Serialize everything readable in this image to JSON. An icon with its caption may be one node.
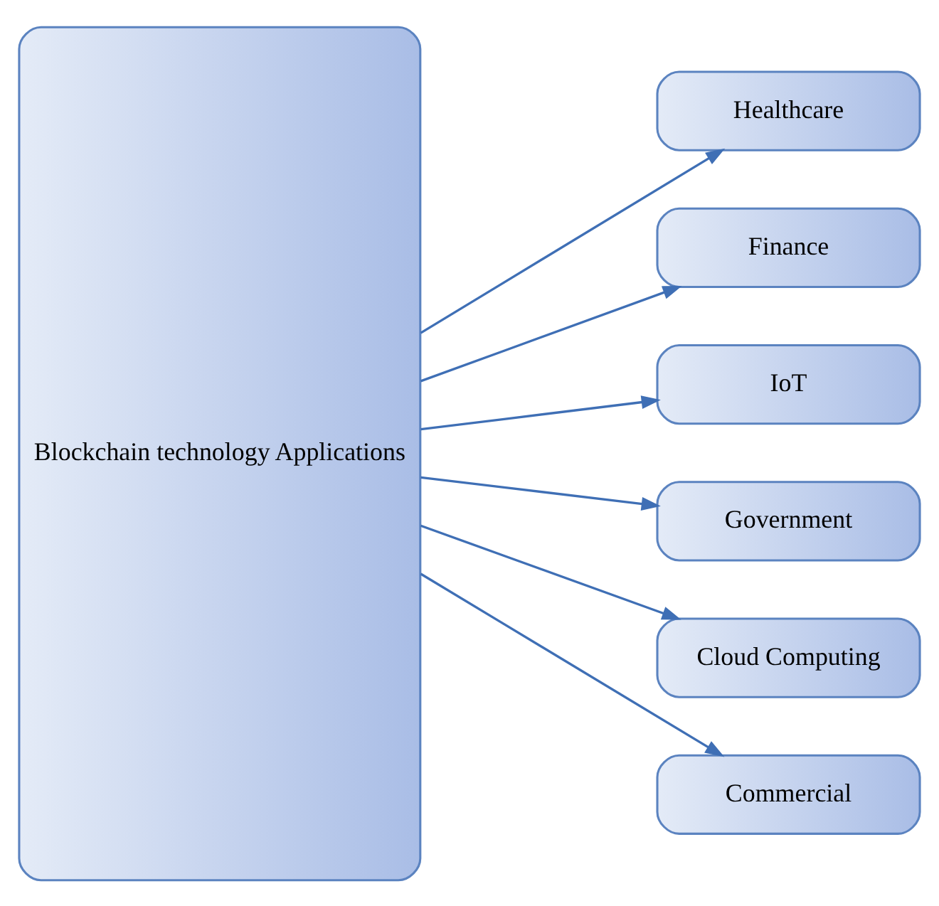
{
  "diagram": {
    "nodes": [
      {
        "text": [
          "Blockchain technology Applications"
        ]
      },
      {
        "text": [
          "Healthcare"
        ]
      },
      {
        "text": [
          "Finance"
        ]
      },
      {
        "text": [
          "IoT"
        ]
      },
      {
        "text": [
          "Government"
        ]
      },
      {
        "text": [
          "Cloud Computing"
        ]
      },
      {
        "text": [
          "Commercial"
        ]
      }
    ],
    "edges": [
      {
        "from": 0,
        "to": 1,
        "arrow": "to"
      },
      {
        "from": 0,
        "to": 2,
        "arrow": "to"
      },
      {
        "from": 0,
        "to": 3,
        "arrow": "to"
      },
      {
        "from": 0,
        "to": 4,
        "arrow": "to"
      },
      {
        "from": 0,
        "to": 5,
        "arrow": "to"
      },
      {
        "from": 0,
        "to": 6,
        "arrow": "to"
      }
    ]
  }
}
